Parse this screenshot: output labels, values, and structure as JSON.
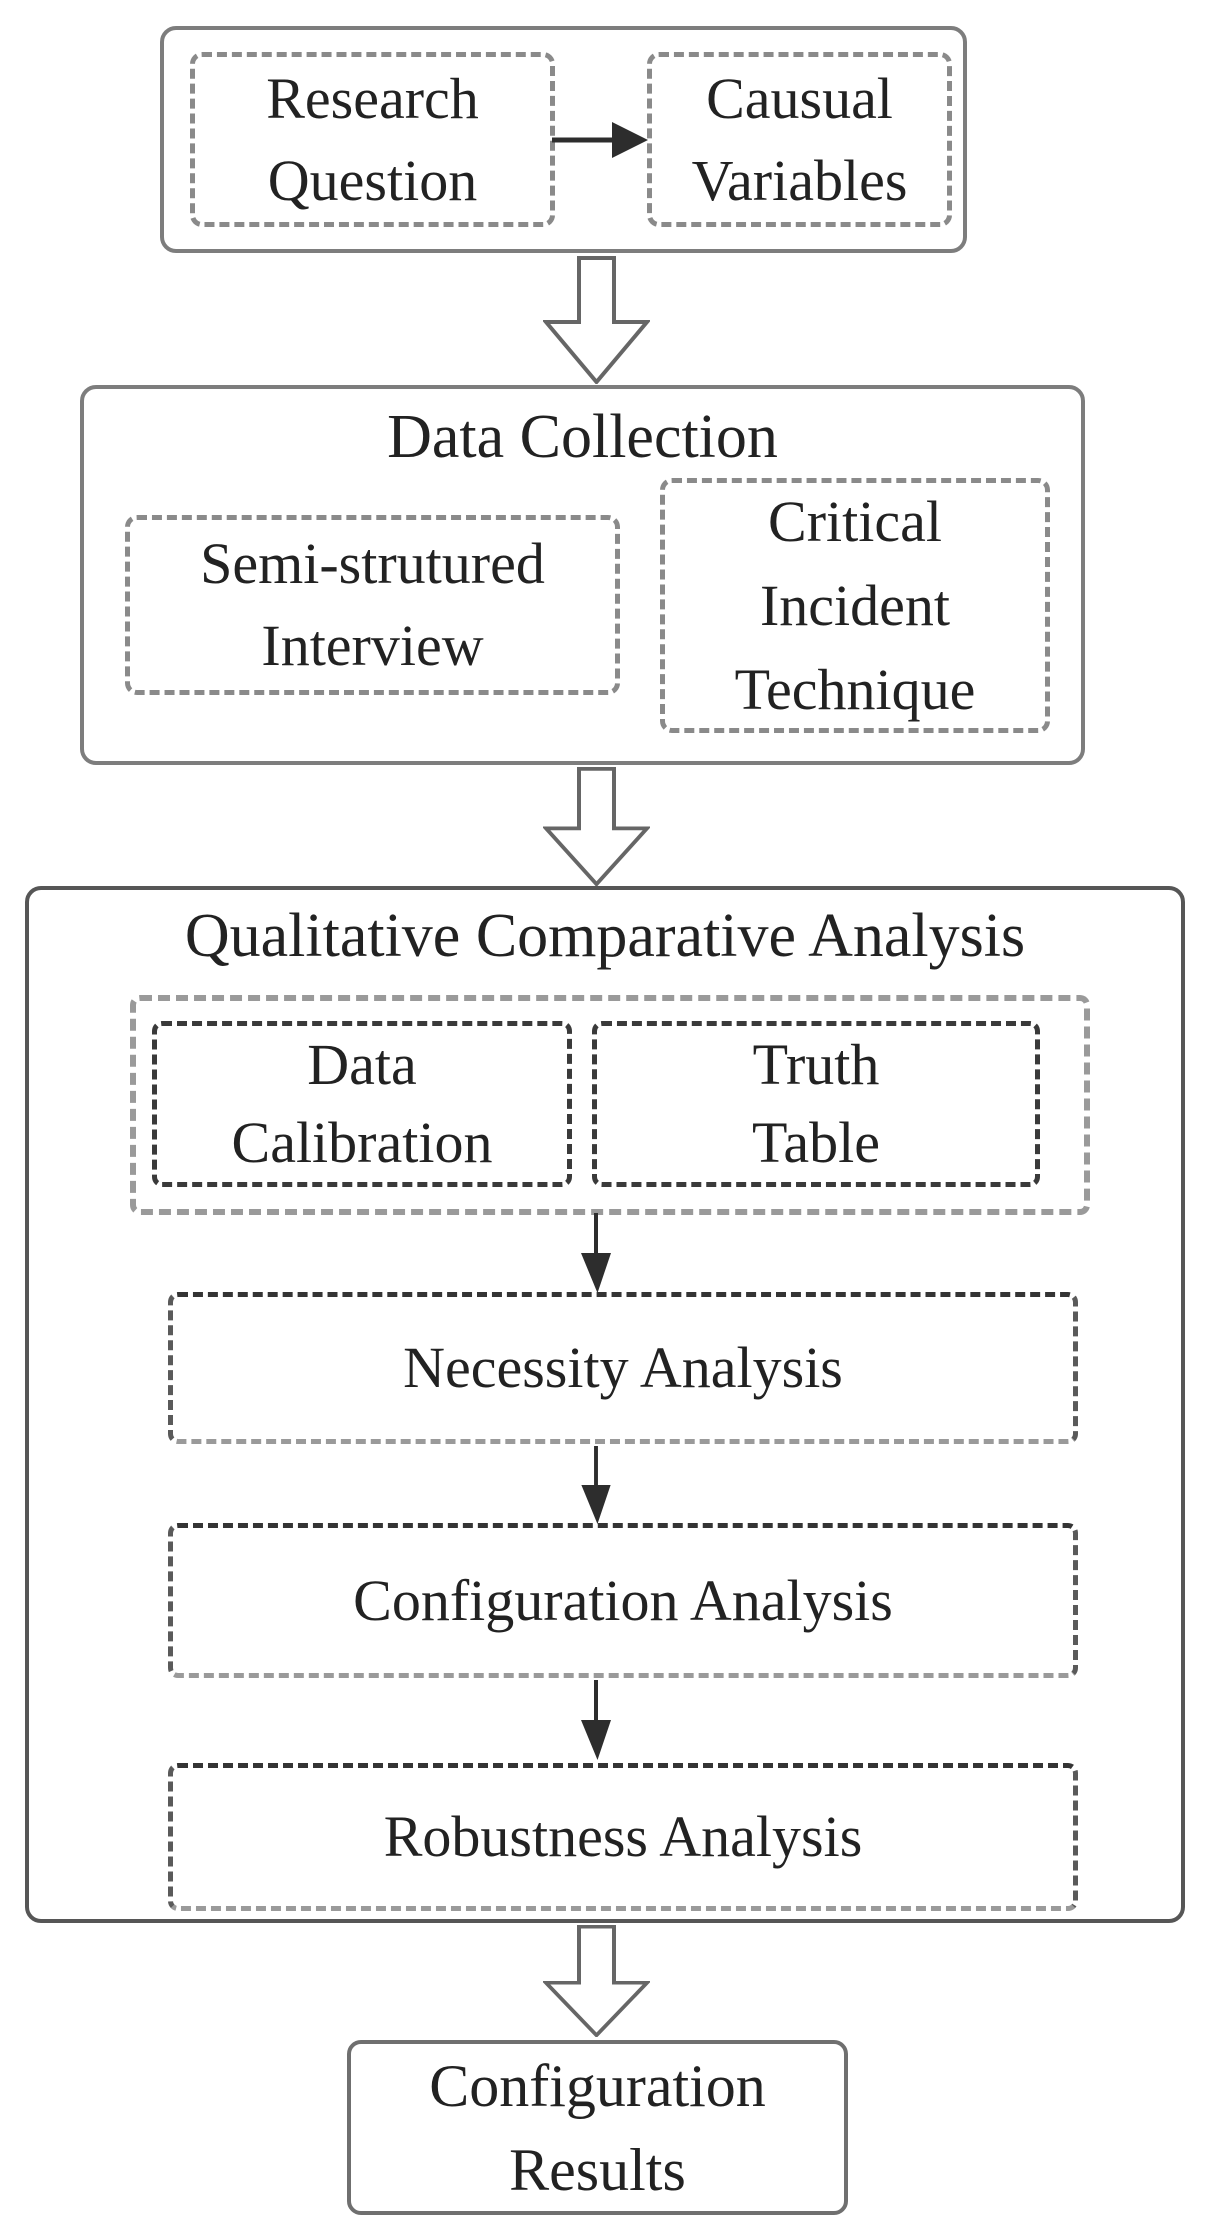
{
  "diagram": {
    "description": "Research method flowchart",
    "colors": {
      "background": "#ffffff",
      "solid_border": "#7d7d7d",
      "qca_border": "#565656",
      "dash_gray": "#8a8a8a",
      "dash_dark": "#3a3a3a",
      "text": "#222222",
      "arrow_dark": "#2d2d2d",
      "hollow_arrow_stroke": "#666666"
    },
    "stage1": {
      "research_question": {
        "lines": [
          "Research",
          "Question"
        ]
      },
      "causual_variables": {
        "lines": [
          "Causual",
          "Variables"
        ]
      }
    },
    "stage2": {
      "title": "Data Collection",
      "semi_structured": {
        "lines": [
          "Semi-strutured",
          "Interview"
        ]
      },
      "critical_incident": {
        "lines": [
          "Critical",
          "Incident",
          "Technique"
        ]
      }
    },
    "stage3": {
      "title": "Qualitative Comparative Analysis",
      "data_calibration": {
        "lines": [
          "Data",
          "Calibration"
        ]
      },
      "truth_table": {
        "lines": [
          "Truth",
          "Table"
        ]
      },
      "necessity": "Necessity Analysis",
      "configuration": "Configuration Analysis",
      "robustness": "Robustness Analysis"
    },
    "result": {
      "lines": [
        "Configuration",
        "Results"
      ]
    }
  }
}
